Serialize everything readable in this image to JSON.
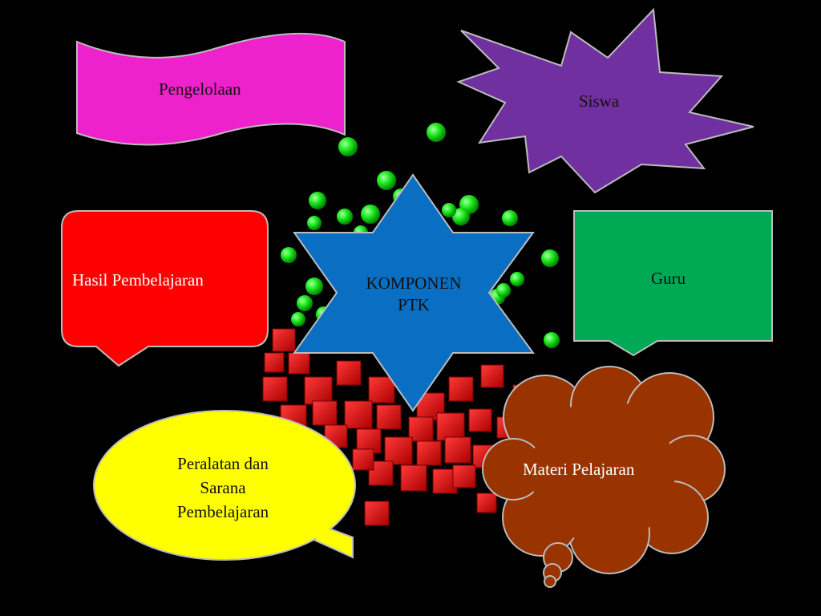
{
  "slide": {
    "background": "#000000"
  },
  "center": {
    "line1": "KOMPONEN",
    "line2": "PTK",
    "color": "#0a6fc2"
  },
  "nodes": {
    "pengelolaan": {
      "label": "Pengelolaan",
      "color": "#ee22cc",
      "shape": "wave-banner"
    },
    "siswa": {
      "label": "Siswa",
      "color": "#7030a0",
      "shape": "explosion"
    },
    "hasil": {
      "label": "Hasil Pembelajaran",
      "color": "#ff0000",
      "shape": "speech-callout"
    },
    "guru": {
      "label": "Guru",
      "color": "#00aa55",
      "shape": "speech-callout"
    },
    "peralatan": {
      "line1": "Peralatan dan",
      "line2": "Sarana",
      "line3": "Pembelajaran",
      "color": "#ffff00",
      "shape": "oval-callout"
    },
    "materi": {
      "label": "Materi Pelajaran",
      "color": "#993300",
      "shape": "cloud-callout"
    }
  },
  "decoration": {
    "sphere_color": "#00ff00",
    "cube_color": "#ee0000"
  }
}
